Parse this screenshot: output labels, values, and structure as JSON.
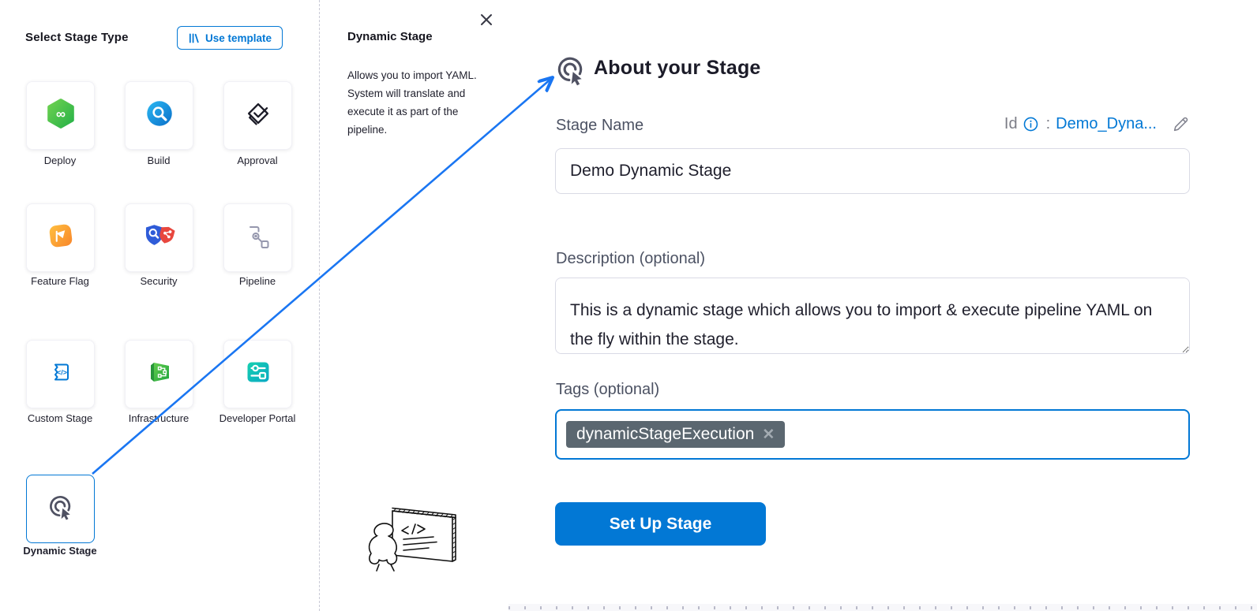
{
  "left_panel": {
    "title": "Select Stage Type",
    "use_template": {
      "label": "Use template",
      "icon": "template-library-icon"
    },
    "stages": [
      {
        "label": "Deploy",
        "icon": "deploy-icon"
      },
      {
        "label": "Build",
        "icon": "build-icon"
      },
      {
        "label": "Approval",
        "icon": "approval-icon"
      },
      {
        "label": "Feature Flag",
        "icon": "feature-flag-icon"
      },
      {
        "label": "Security",
        "icon": "security-icon"
      },
      {
        "label": "Pipeline",
        "icon": "pipeline-icon"
      },
      {
        "label": "Custom Stage",
        "icon": "custom-stage-icon"
      },
      {
        "label": "Infrastructure",
        "icon": "infrastructure-icon"
      },
      {
        "label": "Developer Portal",
        "icon": "developer-portal-icon"
      },
      {
        "label": "Dynamic Stage",
        "icon": "dynamic-stage-icon",
        "selected": true
      }
    ]
  },
  "help_panel": {
    "title": "Dynamic Stage",
    "description": "Allows you to import YAML. System will translate and execute it as part of the pipeline.",
    "close_icon": "close-icon"
  },
  "form": {
    "title": "About your Stage",
    "title_icon": "dynamic-stage-icon",
    "stage_name_label": "Stage Name",
    "stage_name_value": "Demo Dynamic Stage",
    "id_label": "Id",
    "id_info_icon": "info-icon",
    "id_separator": ":",
    "id_value": "Demo_Dyna...",
    "id_edit_icon": "pencil-icon",
    "description_label": "Description (optional)",
    "description_value": "This is a dynamic stage which allows you to import & execute pipeline YAML on the fly within the stage.",
    "tags_label": "Tags (optional)",
    "tags": [
      {
        "text": "dynamicStageExecution"
      }
    ],
    "submit_label": "Set Up Stage"
  },
  "icons": {
    "close": "✕",
    "remove_tag": "✕"
  },
  "colors": {
    "primary_blue": "#0278d5",
    "arrow_blue": "#1a76f2",
    "tag_chip_bg": "#5b6770",
    "heading_text": "#1b1b28",
    "label_text": "#4c5263",
    "input_border": "#d9dae5",
    "dynamic_icon": "#4f5162"
  }
}
